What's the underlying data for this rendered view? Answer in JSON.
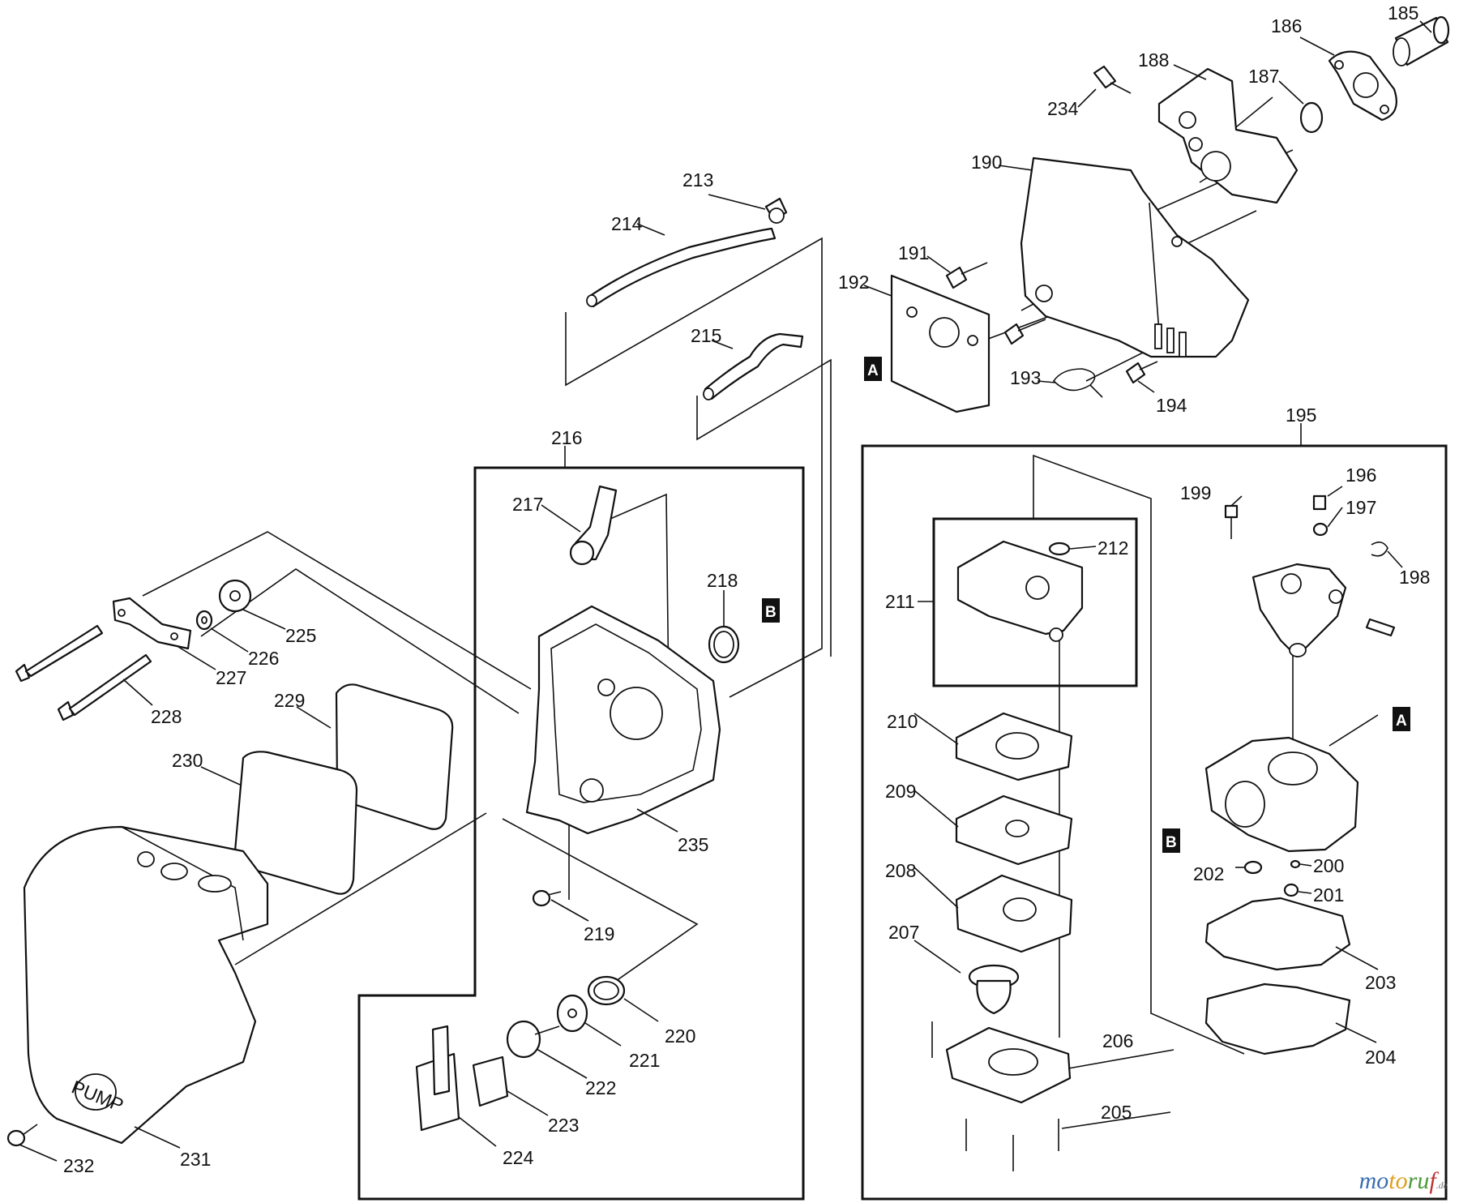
{
  "callouts": [
    {
      "id": "185",
      "text": "185"
    },
    {
      "id": "186",
      "text": "186"
    },
    {
      "id": "187",
      "text": "187"
    },
    {
      "id": "188",
      "text": "188"
    },
    {
      "id": "190",
      "text": "190"
    },
    {
      "id": "191",
      "text": "191"
    },
    {
      "id": "192",
      "text": "192"
    },
    {
      "id": "193",
      "text": "193"
    },
    {
      "id": "194",
      "text": "194"
    },
    {
      "id": "195",
      "text": "195"
    },
    {
      "id": "196",
      "text": "196"
    },
    {
      "id": "197",
      "text": "197"
    },
    {
      "id": "198",
      "text": "198"
    },
    {
      "id": "199",
      "text": "199"
    },
    {
      "id": "200",
      "text": "200"
    },
    {
      "id": "201",
      "text": "201"
    },
    {
      "id": "202",
      "text": "202"
    },
    {
      "id": "203",
      "text": "203"
    },
    {
      "id": "204",
      "text": "204"
    },
    {
      "id": "205",
      "text": "205"
    },
    {
      "id": "206",
      "text": "206"
    },
    {
      "id": "207",
      "text": "207"
    },
    {
      "id": "208",
      "text": "208"
    },
    {
      "id": "209",
      "text": "209"
    },
    {
      "id": "210",
      "text": "210"
    },
    {
      "id": "211",
      "text": "211"
    },
    {
      "id": "212",
      "text": "212"
    },
    {
      "id": "213",
      "text": "213"
    },
    {
      "id": "214",
      "text": "214"
    },
    {
      "id": "215",
      "text": "215"
    },
    {
      "id": "216",
      "text": "216"
    },
    {
      "id": "217",
      "text": "217"
    },
    {
      "id": "218",
      "text": "218"
    },
    {
      "id": "219",
      "text": "219"
    },
    {
      "id": "220",
      "text": "220"
    },
    {
      "id": "221",
      "text": "221"
    },
    {
      "id": "222",
      "text": "222"
    },
    {
      "id": "223",
      "text": "223"
    },
    {
      "id": "224",
      "text": "224"
    },
    {
      "id": "225",
      "text": "225"
    },
    {
      "id": "226",
      "text": "226"
    },
    {
      "id": "227",
      "text": "227"
    },
    {
      "id": "228",
      "text": "228"
    },
    {
      "id": "229",
      "text": "229"
    },
    {
      "id": "230",
      "text": "230"
    },
    {
      "id": "231",
      "text": "231"
    },
    {
      "id": "232",
      "text": "232"
    },
    {
      "id": "234",
      "text": "234"
    },
    {
      "id": "235",
      "text": "235"
    }
  ],
  "reference_marks": [
    {
      "id": "A1",
      "text": "A"
    },
    {
      "id": "A2",
      "text": "A"
    },
    {
      "id": "B1",
      "text": "B"
    },
    {
      "id": "B2",
      "text": "B"
    }
  ],
  "cover_text": "PUMP",
  "watermark": {
    "part1": "mo",
    "part2": "to",
    "part3": "ru",
    "part4": "f",
    "tld": ".de"
  }
}
